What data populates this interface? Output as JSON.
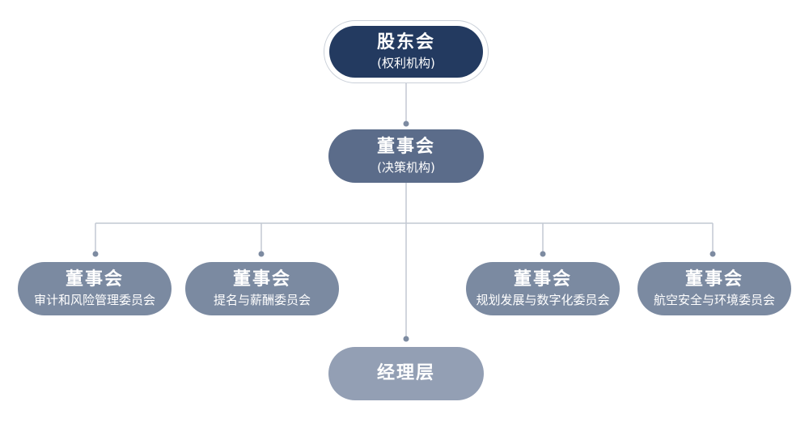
{
  "shareholders": {
    "title": "股东会",
    "subtitle": "(权利机构)"
  },
  "board": {
    "title": "董事会",
    "subtitle": "(决策机构)"
  },
  "committees": [
    {
      "title": "董事会",
      "subtitle": "审计和风险管理委员会"
    },
    {
      "title": "董事会",
      "subtitle": "提名与薪酬委员会"
    },
    {
      "title": "董事会",
      "subtitle": "规划发展与数字化委员会"
    },
    {
      "title": "董事会",
      "subtitle": "航空安全与环境委员会"
    }
  ],
  "management": {
    "title": "经理层"
  },
  "colors": {
    "shareholders": "#233a60",
    "board": "#5b6c8a",
    "committee": "#7b8aa1",
    "management": "#939fb4",
    "connector": "#c2c8d2",
    "dot": "#7d8ba1"
  }
}
